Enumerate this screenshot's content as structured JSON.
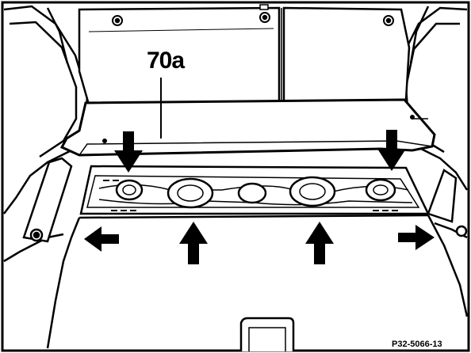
{
  "diagram": {
    "callout_label": "70a",
    "figure_reference": "P32-5066-13",
    "arrows": [
      {
        "id": "down-left",
        "direction": "down"
      },
      {
        "id": "down-right",
        "direction": "down"
      },
      {
        "id": "up-left",
        "direction": "up"
      },
      {
        "id": "up-right",
        "direction": "up"
      },
      {
        "id": "outward-left",
        "direction": "left"
      },
      {
        "id": "outward-right",
        "direction": "right"
      }
    ]
  }
}
